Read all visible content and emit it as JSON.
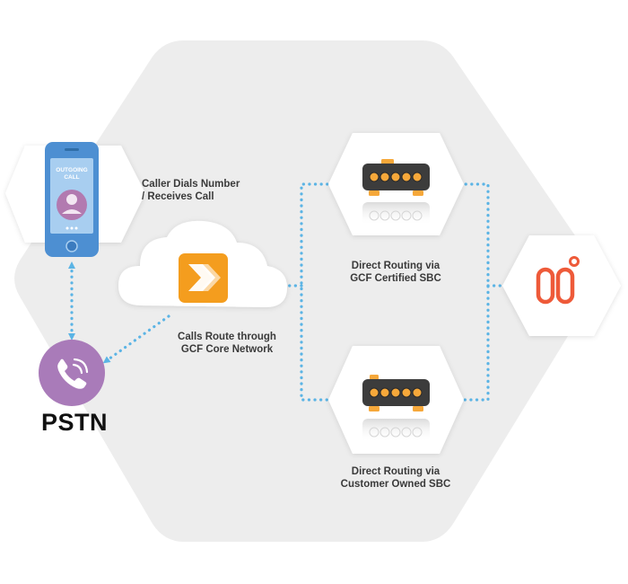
{
  "labels": {
    "caller_line1": "Caller Dials Number",
    "caller_line2": "/ Receives Call",
    "core_line1": "Calls Route through",
    "core_line2": "GCF Core Network",
    "sbc_certified_line1": "Direct Routing via",
    "sbc_certified_line2": "GCF Certified SBC",
    "sbc_customer_line1": "Direct Routing via",
    "sbc_customer_line2": "Customer Owned SBC",
    "pstn": "PSTN",
    "phone_screen_line1": "OUTGOING",
    "phone_screen_line2": "CALL"
  },
  "icons": {
    "phone": "smartphone-icon",
    "pstn": "handset-icon",
    "core": "gcf-logo-icon",
    "sbc": "sbc-device-icon",
    "destination": "genesys-logo-icon"
  },
  "colors": {
    "hexagon_fill": "#ededed",
    "node_fill": "#ffffff",
    "arrow": "#5bb4e5",
    "phone_body": "#4d8fd2",
    "phone_screen": "#9fc6ec",
    "avatar": "#b27ab0",
    "pstn_circle": "#a97bb9",
    "gcf_orange": "#f49d1e",
    "sbc_body": "#3c3c3c",
    "sbc_port": "#f6a83a",
    "genesys_red": "#ee5a39"
  }
}
